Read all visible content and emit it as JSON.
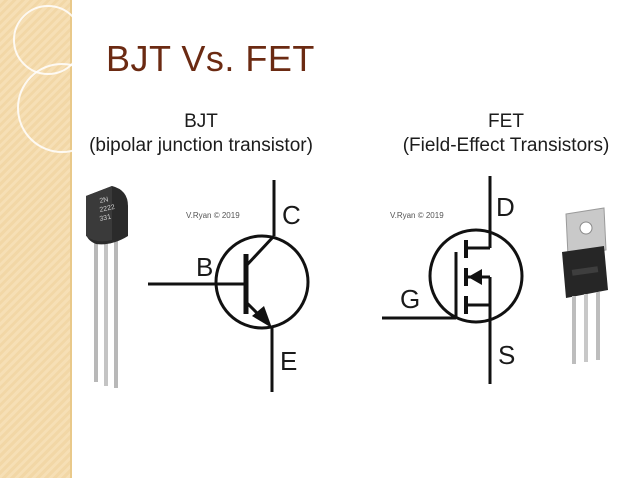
{
  "slide": {
    "title": "BJT Vs. FET"
  },
  "bjt": {
    "name": "BJT",
    "full_name": "(bipolar junction transistor)",
    "credit": "V.Ryan © 2019",
    "package_marking": [
      "2N",
      "2222",
      "331"
    ],
    "pins": {
      "base": "B",
      "collector": "C",
      "emitter": "E"
    }
  },
  "fet": {
    "name": "FET",
    "full_name": "(Field-Effect Transistors)",
    "credit": "V.Ryan © 2019",
    "pins": {
      "gate": "G",
      "drain": "D",
      "source": "S"
    }
  },
  "colors": {
    "title": "#6b2a12",
    "band": "#f2d7a6",
    "symbol": "#111111"
  }
}
